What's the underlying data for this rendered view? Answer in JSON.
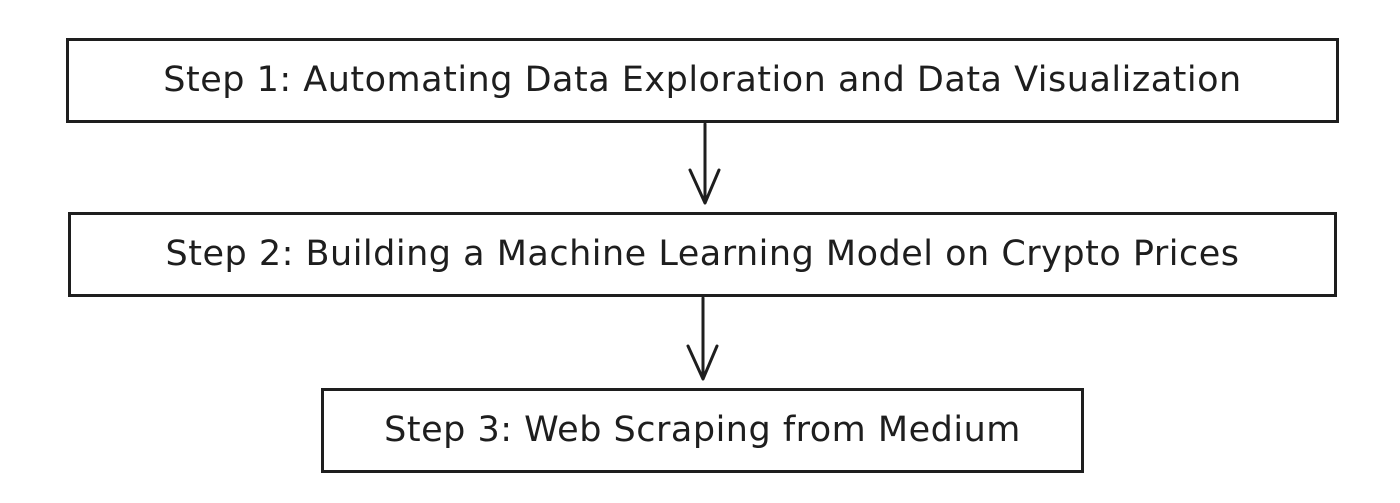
{
  "diagram": {
    "steps": [
      {
        "label": "Step 1: Automating Data Exploration and Data Visualization"
      },
      {
        "label": "Step 2: Building a Machine Learning Model on Crypto Prices"
      },
      {
        "label": "Step 3: Web Scraping from Medium"
      }
    ],
    "colors": {
      "stroke": "#1e1e1e",
      "background": "#ffffff"
    }
  }
}
